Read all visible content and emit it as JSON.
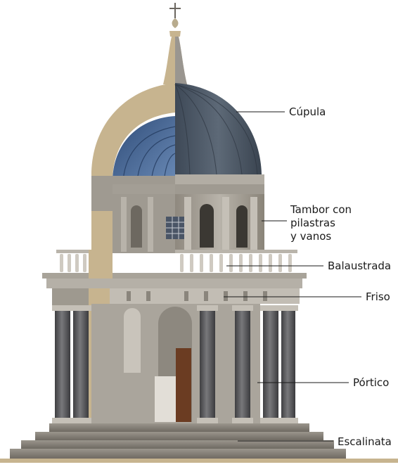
{
  "labels": {
    "cupula": "Cúpula",
    "tambor_line1": "Tambor con",
    "tambor_line2": "pilastras",
    "tambor_line3": "y vanos",
    "balaustrada": "Balaustrada",
    "friso": "Friso",
    "portico": "Pórtico",
    "escalinata": "Escalinata"
  },
  "colors": {
    "section_beige": "#c7b48f",
    "dome_slate": "#4f5b68",
    "dome_interior": "#4a6c9a",
    "stone": "#a9a49b",
    "stone_dark": "#7e786f",
    "column_granite": "#5c5c5e",
    "door_wood": "#6b3c22",
    "leader_line": "#1a1a1a"
  }
}
